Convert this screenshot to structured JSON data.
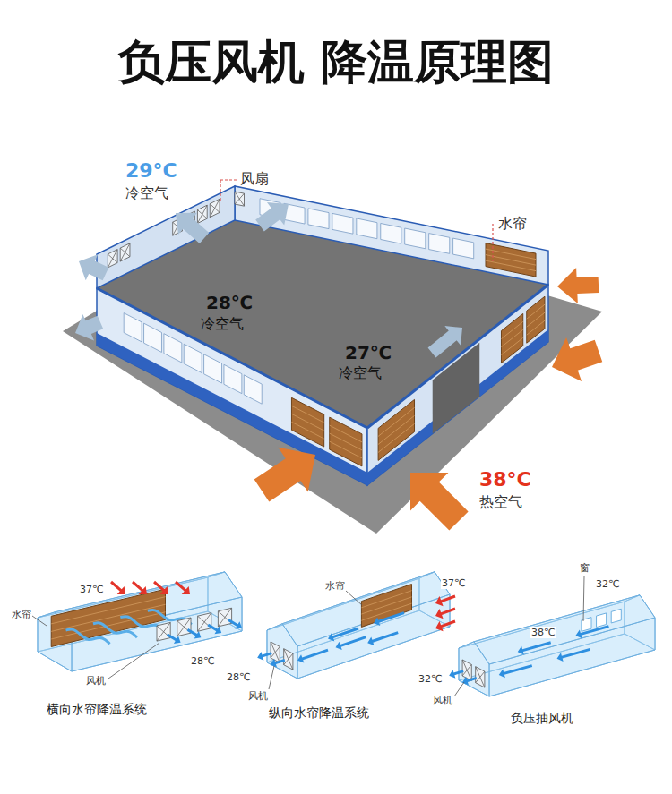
{
  "diagram": {
    "title": "负压风机 降温原理图",
    "labels": [
      "29°C",
      "冷空气",
      "风扇",
      "水帘",
      "28℃",
      "冷空气",
      "27℃",
      "冷空气",
      "38°C",
      "热空气",
      "37℃",
      "水帘",
      "28℃",
      "风机",
      "横向水帘降温系统",
      "水帘",
      "37℃",
      "28℃",
      "风机",
      "纵向水帘降温系统",
      "窗",
      "32℃",
      "38℃",
      "32℃",
      "风机",
      "负压抽风机"
    ]
  }
}
